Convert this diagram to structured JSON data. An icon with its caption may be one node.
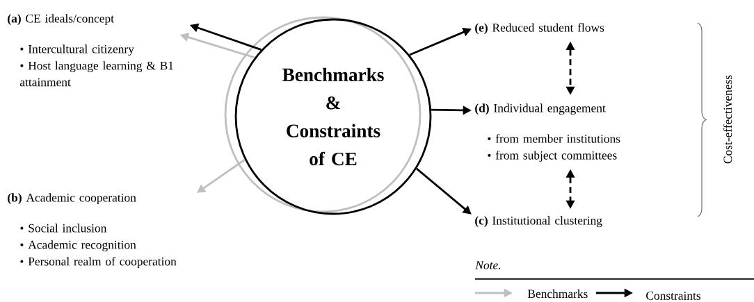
{
  "diagram": {
    "nodes": [
      {
        "text": [
          "Benchmarks & Constraints of CE"
        ]
      },
      {
        "text": [
          "**(a)** CE ideals/concept",
          "• Intercultural citizenry",
          "• Host language learning & B1 attainment"
        ]
      },
      {
        "text": [
          "**(b)** Academic cooperation",
          "• Social inclusion",
          "• Academic recognition",
          "• Personal realm of cooperation"
        ]
      },
      {
        "text": [
          "**(e)** Reduced student flows"
        ]
      },
      {
        "text": [
          "**(d)** Individual engagement",
          "• from member institutions",
          "• from subject committees"
        ]
      },
      {
        "text": [
          "**(c)** Institutional clustering"
        ]
      }
    ],
    "edges": [
      {
        "from": 0,
        "to": 1,
        "arrow": "to"
      },
      {
        "from": 0,
        "to": 1,
        "arrow": "to",
        "color": "#bfbfbf"
      },
      {
        "from": 0,
        "to": 2,
        "arrow": "to",
        "color": "#bfbfbf"
      },
      {
        "from": 0,
        "to": 3,
        "arrow": "to"
      },
      {
        "from": 0,
        "to": 4,
        "arrow": "to"
      },
      {
        "from": 0,
        "to": 5,
        "arrow": "to"
      },
      {
        "from": 3,
        "to": 4,
        "arrow": "both",
        "style": "dashed"
      },
      {
        "from": 4,
        "to": 5,
        "arrow": "both",
        "style": "dashed"
      }
    ],
    "labels": [
      "Cost-effectiveness",
      "Note."
    ],
    "legend": [
      {
        "text": "Benchmarks"
      },
      {
        "text": "Constraints"
      }
    ]
  }
}
